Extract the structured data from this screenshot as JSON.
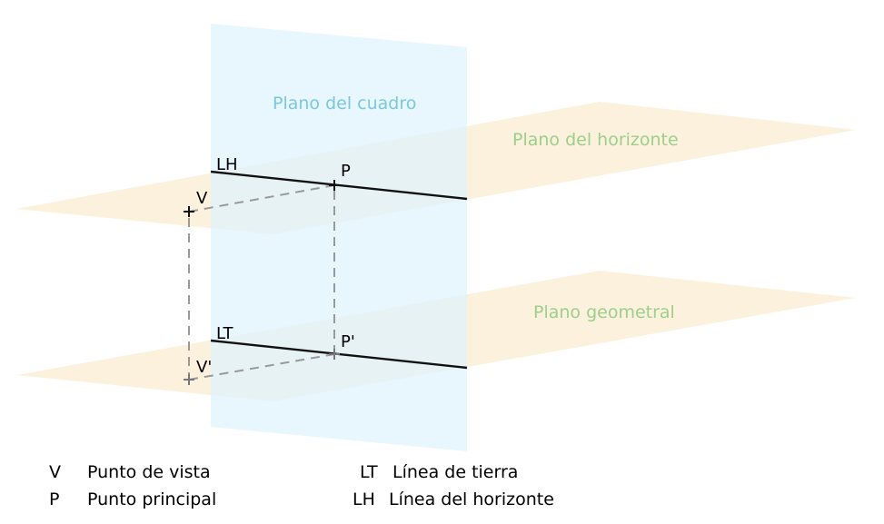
{
  "planes": {
    "picture_plane": {
      "label": "Plano del cuadro",
      "fill": "#dff2fc",
      "label_color": "#7cc7e0"
    },
    "horizon_plane": {
      "label": "Plano del horizonte",
      "fill": "#fcefd9",
      "label_color": "#9ccf8c"
    },
    "ground_plane": {
      "label": "Plano geometral",
      "fill": "#fcefd9",
      "label_color": "#9ccf8c"
    }
  },
  "lines": {
    "horizon_line": {
      "label": "LH"
    },
    "ground_line": {
      "label": "LT"
    }
  },
  "points": {
    "view_point": {
      "label": "V"
    },
    "principal_point": {
      "label": "P"
    },
    "view_point_projection": {
      "label": "V'"
    },
    "principal_point_projection": {
      "label": "P'"
    }
  },
  "legend": {
    "left": [
      {
        "symbol": "V",
        "text": "Punto de vista"
      },
      {
        "symbol": "P",
        "text": "Punto principal"
      }
    ],
    "right": [
      {
        "symbol": "LT",
        "text": "Línea de tierra"
      },
      {
        "symbol": "LH",
        "text": "Línea del horizonte"
      }
    ]
  }
}
